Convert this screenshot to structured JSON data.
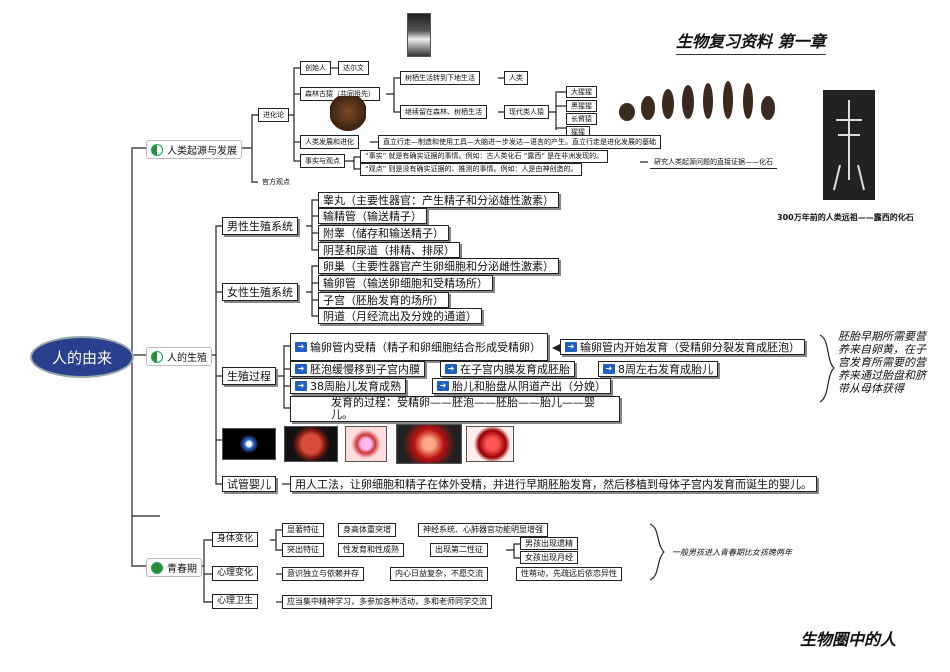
{
  "header": {
    "title": "生物复习资料 第一章",
    "footer": "生物圈中的人"
  },
  "root": "人的由来",
  "branch1": {
    "label": "人类起源与发展",
    "evolution": "进化论",
    "founder": "创始人",
    "darwin": "达尔文",
    "ancestor": "森林古猿（共同祖先）",
    "tree_to_ground": "树栖生活转到下地生活",
    "human": "人类",
    "stay_tree": "继续留在森林、树栖生活",
    "modern_apes": "现代类人猿",
    "apes": [
      "大猩猩",
      "黑猩猩",
      "长臂猿",
      "猩猩"
    ],
    "development": "人类发展和进化",
    "development_text": "直立行走—制造和使用工具—大脑进一步发达—语言的产生。直立行走是进化发展的基础",
    "fact_view": "事实与观点",
    "fact_text": "“事实” 就是有确实证据的事情。例如：古人类化石 “露西” 是在非洲发现的。",
    "view_text": "“观点” 则是没有确实证据的、推测的事情。例如：人是由神创造的。",
    "fossil_note": "研究人类起源问题的直接证据——化石",
    "other_view": "官方观点",
    "lucy_caption": "300万年前的人类远祖——露西的化石"
  },
  "branch2": {
    "label": "人的生殖",
    "male": "男性生殖系统",
    "male_items": [
      "睾丸（主要性器官：产生精子和分泌雄性激素）",
      "输精管（输送精子）",
      "附睾（储存和输送精子）",
      "阴茎和尿道（排精、排尿）"
    ],
    "female": "女性生殖系统",
    "female_items": [
      "卵巢（主要性器官产生卵细胞和分泌雌性激素）",
      "输卵管（输送卵细胞和受精场所）",
      "子宫（胚胎发育的场所）",
      "阴道（月经流出及分娩的通道）"
    ],
    "process": "生殖过程",
    "step1": "输卵管内受精（精子和卵细胞结合形成受精卵）",
    "step2": "输卵管内开始发育（受精卵分裂发育成胚泡）",
    "step3": "胚泡缓慢移到子宫内膜",
    "step4": "在子宫内膜发育成胚胎",
    "step5": "8周左右发育成胎儿",
    "step6": "38周胎儿发育成熟",
    "step7": "胎儿和胎盘从阴道产出（分娩）",
    "dev_process": "发育的过程：受精卵——胚泡——胚胎——胎儿——婴儿。",
    "nutrition_note": "胚胎早期所需要营养来自卵黄，在子宫发育所需要的营养来通过胎盘和脐带从母体获得",
    "ivf": "试管婴儿",
    "ivf_text": "用人工法，让卵细胞和精子在体外受精，并进行早期胚胎发育，然后移植到母体子宫内发育而诞生的婴儿。"
  },
  "branch3": {
    "label": "青春期",
    "body": "身体变化",
    "obvious": "显著特征",
    "height": "身高体重突增",
    "nerve": "神经系统、心肺器官功能明显增强",
    "prominent": "突出特征",
    "sex_dev": "性发育和性成熟",
    "second_sex": "出现第二性征",
    "boy": "男孩出现遗精",
    "girl": "女孩出现月经",
    "mind": "心理变化",
    "independent": "意识独立与依赖并存",
    "complex": "内心日益复杂，不愿交流",
    "sex_awake": "性萌动，先疏远后依恋异性",
    "hygiene": "心理卫生",
    "hygiene_text": "应当集中精神学习，多参加各种活动，多和老师同学交流",
    "age_note": "一般男孩进入青春期比女孩晚两年"
  }
}
